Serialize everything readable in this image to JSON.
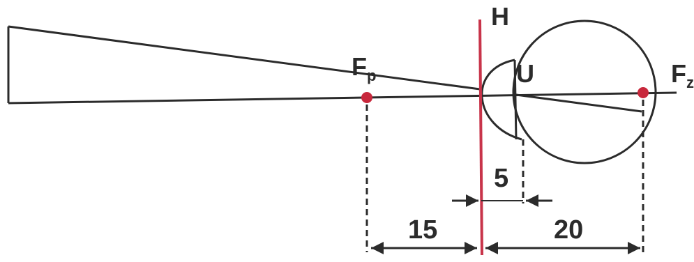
{
  "labels": {
    "principal_plane": "H",
    "fp_main": "F",
    "fp_sub": "p",
    "node": "U",
    "fz_main": "F",
    "fz_sub": "z"
  },
  "dimensions": {
    "front_focal": "15",
    "nodal_offset": "5",
    "rear_focal": "20"
  },
  "colors": {
    "line": "#2b2b2b",
    "accent": "#c8344a",
    "point": "#c8283c"
  }
}
